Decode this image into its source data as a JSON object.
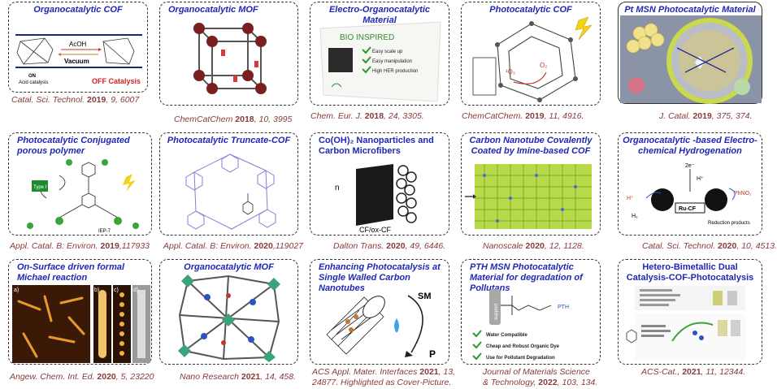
{
  "cards": [
    {
      "title": "Organocatalytic COF",
      "labels": {
        "acoh": "AcOH",
        "vacuum": "Vacuum",
        "on": "ON",
        "acid": "Acid catalysis",
        "off": "OFF Catalysis"
      }
    },
    {
      "title": "Organocatalytic MOF"
    },
    {
      "title": "Electro-Organocatalytic Material",
      "labels": {
        "bio": "BIO INSPIRED",
        "b1": "Easy scale up",
        "b2": "Easy manipulation",
        "b3": "High HER production"
      }
    },
    {
      "title": "Photocatalytic COF",
      "labels": {
        "o2": "O₂",
        "singlet": "¹O₂"
      }
    },
    {
      "title": "Pt MSN Photocatalytic  Material"
    },
    {
      "title": "Photocatalytic Conjugated porous polymer",
      "labels": {
        "type": "Type I",
        "iep": "IEP-7"
      }
    },
    {
      "title": "Photocatalytic Truncate-COF"
    },
    {
      "title": "Co(OH)₂ Nanoparticles and Carbon Microfibers",
      "labels": {
        "n": "n",
        "cf": "CF/ox-CF"
      }
    },
    {
      "title": "Carbon Nanotube Covalently Coated by Imine-based COF"
    },
    {
      "title": "Organocatalytic -based Electro-chemical Hydrogenation",
      "labels": {
        "e": "2e⁻",
        "h": "H⁺",
        "ru": "Ru-CF",
        "h2": "H₂",
        "red": "Reduction products",
        "phno": "PhNO₂"
      }
    },
    {
      "title": "On-Surface driven formal Michael reaction",
      "labels": {
        "a": "a)",
        "b": "b)",
        "c": "c)",
        "d": "d)"
      }
    },
    {
      "title": "Organocatalytic MOF"
    },
    {
      "title": "Enhancing Photocatalysis at Single Walled Carbon Nanotubes",
      "labels": {
        "sm": "SM",
        "p": "P"
      }
    },
    {
      "title": "PTH MSN Photocatalytic  Material for degradation of Pollutans",
      "labels": {
        "pth": "PTH",
        "support": "support",
        "c1": "Water Compatible",
        "c2": "Cheap and Robust Organic Dye",
        "c3": "Use for Pollutant Degradation"
      }
    },
    {
      "title": "Hetero-Bimetallic Dual Catalysis-COF-Photocatalysis"
    }
  ],
  "citations": [
    {
      "j": "Catal. Sci. Technol. ",
      "y": "2019",
      "r": ", 9, 6007"
    },
    {
      "j": "ChemCatChem ",
      "y": "2018",
      "r": ", 10, 3995"
    },
    {
      "j": "Chem. Eur. J. ",
      "y": "2018",
      "r": ", 24, 3305."
    },
    {
      "j": "ChemCatChem. ",
      "y": "2019",
      "r": ", 11, 4916."
    },
    {
      "j": "J. Catal. ",
      "y": "2019",
      "r": ", 375, 374."
    },
    {
      "j": "Appl. Catal. B: Environ. ",
      "y": "2019",
      "r": ",117933"
    },
    {
      "j": "Appl. Catal. B: Environ. ",
      "y": "2020",
      "r": ",119027"
    },
    {
      "j": "Dalton Trans. ",
      "y": "2020",
      "r": ", 49, 6446."
    },
    {
      "j": "Nanoscale ",
      "y": "2020",
      "r": ", 12, 1128."
    },
    {
      "j": "Catal. Sci. Technol. ",
      "y": "2020",
      "r": ", 10, 4513."
    },
    {
      "j": "Angew. Chem. Int. Ed. ",
      "y": "2020",
      "r": ", 5, 23220"
    },
    {
      "j": "Nano Research ",
      "y": "2021",
      "r": ", 14, 458."
    },
    {
      "j": "ACS Appl. Mater. Interfaces ",
      "y": "2021",
      "r": ", 13,",
      "l2": "24877. Highlighted as Cover-Picture."
    },
    {
      "j": "Journal of Materials Science",
      "y": "",
      "r": "",
      "l2a": "& Technology, ",
      "l2y": "2022",
      "l2r": ", 103, 134."
    },
    {
      "j": "ACS-Cat., ",
      "y": "2021",
      "r": ", 11, 12344."
    }
  ]
}
